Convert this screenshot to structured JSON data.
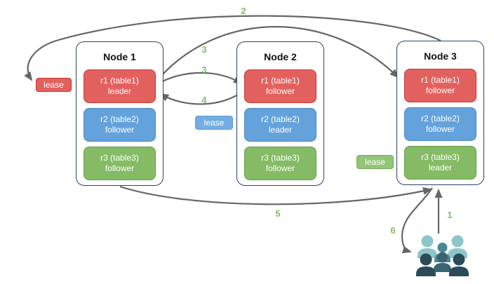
{
  "nodes": [
    {
      "title": "Node 1",
      "replicas": [
        {
          "name": "r1 (table1)",
          "role": "leader",
          "color": "red"
        },
        {
          "name": "r2 (table2)",
          "role": "follower",
          "color": "blue"
        },
        {
          "name": "r3 (table3)",
          "role": "follower",
          "color": "green"
        }
      ]
    },
    {
      "title": "Node 2",
      "replicas": [
        {
          "name": "r1 (table1)",
          "role": "follower",
          "color": "red"
        },
        {
          "name": "r2 (table2)",
          "role": "leader",
          "color": "blue"
        },
        {
          "name": "r3 (table3)",
          "role": "follower",
          "color": "green"
        }
      ]
    },
    {
      "title": "Node 3",
      "replicas": [
        {
          "name": "r1 (table1)",
          "role": "follower",
          "color": "red"
        },
        {
          "name": "r2 (table2)",
          "role": "follower",
          "color": "blue"
        },
        {
          "name": "r3 (table3)",
          "role": "leader",
          "color": "green"
        }
      ]
    }
  ],
  "leases": [
    {
      "label": "lease",
      "color": "red"
    },
    {
      "label": "lease",
      "color": "blue"
    },
    {
      "label": "lease",
      "color": "green"
    }
  ],
  "steps": {
    "s1": "1",
    "s2": "2",
    "s3a": "3",
    "s3b": "3",
    "s4": "4",
    "s5": "5",
    "s6": "6"
  },
  "icons": {
    "users_group": "users-group-icon"
  },
  "colors": {
    "red_fill": "#e2615e",
    "red_stroke": "#c23c3a",
    "blue_fill": "#64a2dc",
    "blue_stroke": "#4b88c4",
    "green_fill": "#85bb65",
    "green_stroke": "#639f48",
    "lease_red_fill": "#e2615e",
    "lease_red_stroke": "#c0392f",
    "lease_blue_fill": "#74ade2",
    "lease_blue_stroke": "#57a0d8",
    "lease_green_fill": "#93c578",
    "lease_green_stroke": "#6fae52",
    "node_border": "#29446b",
    "arrow": "#666666",
    "step_green": "#85bd69",
    "teal_light": "#8cc6c8",
    "teal_mid": "#4d8793",
    "slate_mid": "#3a6472",
    "navy_dark": "#2c4b59"
  }
}
